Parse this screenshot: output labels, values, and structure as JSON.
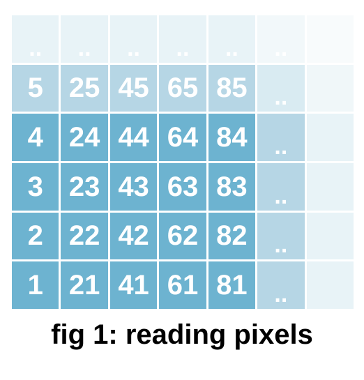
{
  "grid": {
    "rows": [
      {
        "cells": [
          {
            "text": "..",
            "color": "#e8f3f7"
          },
          {
            "text": "..",
            "color": "#e8f3f7"
          },
          {
            "text": "..",
            "color": "#e8f3f7"
          },
          {
            "text": "..",
            "color": "#e8f3f7"
          },
          {
            "text": "..",
            "color": "#e8f3f7"
          },
          {
            "text": "..",
            "color": "#f2f8fa"
          },
          {
            "text": "",
            "color": "#f8fbfc"
          }
        ]
      },
      {
        "cells": [
          {
            "text": "5",
            "color": "#b6d6e5"
          },
          {
            "text": "25",
            "color": "#b6d6e5"
          },
          {
            "text": "45",
            "color": "#b6d6e5"
          },
          {
            "text": "65",
            "color": "#b6d6e5"
          },
          {
            "text": "85",
            "color": "#b6d6e5"
          },
          {
            "text": "..",
            "color": "#d9ebf2"
          },
          {
            "text": "",
            "color": "#f0f7f9"
          }
        ]
      },
      {
        "cells": [
          {
            "text": "4",
            "color": "#6db3d0"
          },
          {
            "text": "24",
            "color": "#6db3d0"
          },
          {
            "text": "44",
            "color": "#6db3d0"
          },
          {
            "text": "64",
            "color": "#6db3d0"
          },
          {
            "text": "84",
            "color": "#6db3d0"
          },
          {
            "text": "..",
            "color": "#b6d6e5"
          },
          {
            "text": "",
            "color": "#e8f3f7"
          }
        ]
      },
      {
        "cells": [
          {
            "text": "3",
            "color": "#6db3d0"
          },
          {
            "text": "23",
            "color": "#6db3d0"
          },
          {
            "text": "43",
            "color": "#6db3d0"
          },
          {
            "text": "63",
            "color": "#6db3d0"
          },
          {
            "text": "83",
            "color": "#6db3d0"
          },
          {
            "text": "..",
            "color": "#b6d6e5"
          },
          {
            "text": "",
            "color": "#e8f3f7"
          }
        ]
      },
      {
        "cells": [
          {
            "text": "2",
            "color": "#6db3d0"
          },
          {
            "text": "22",
            "color": "#6db3d0"
          },
          {
            "text": "42",
            "color": "#6db3d0"
          },
          {
            "text": "62",
            "color": "#6db3d0"
          },
          {
            "text": "82",
            "color": "#6db3d0"
          },
          {
            "text": "..",
            "color": "#b6d6e5"
          },
          {
            "text": "",
            "color": "#e8f3f7"
          }
        ]
      },
      {
        "cells": [
          {
            "text": "1",
            "color": "#6db3d0"
          },
          {
            "text": "21",
            "color": "#6db3d0"
          },
          {
            "text": "41",
            "color": "#6db3d0"
          },
          {
            "text": "61",
            "color": "#6db3d0"
          },
          {
            "text": "81",
            "color": "#6db3d0"
          },
          {
            "text": "..",
            "color": "#b6d6e5"
          },
          {
            "text": "",
            "color": "#e8f3f7"
          }
        ]
      }
    ]
  },
  "caption": "fig 1: reading pixels"
}
